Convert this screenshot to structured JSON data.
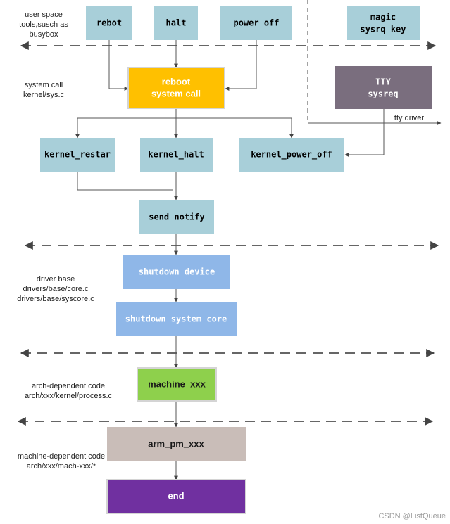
{
  "colors": {
    "light_blue": "#a8cfd9",
    "mid_blue": "#8fb7e8",
    "orange": "#ffc000",
    "grey_purple": "#7a6e7e",
    "green": "#8ed04c",
    "taupe": "#c9bdb8",
    "purple": "#7030a0"
  },
  "boxes": {
    "rebot": "rebot",
    "halt": "halt",
    "power_off": "power off",
    "magic_line1": "magic",
    "magic_line2": "sysrq key",
    "reboot_line1": "reboot",
    "reboot_line2": "system call",
    "tty_line1": "TTY",
    "tty_line2": "sysreq",
    "kernel_restar": "kernel_restar",
    "kernel_halt": "kernel_halt",
    "kernel_power_off": "kernel_power_off",
    "send_notify": "send notify",
    "shutdown_device": "shutdown device",
    "shutdown_system_core": "shutdown system core",
    "machine_xxx": "machine_xxx",
    "arm_pm_xxx": "arm_pm_xxx",
    "end": "end"
  },
  "notes": {
    "user_space": [
      "user space",
      "tools,susch as",
      "busybox"
    ],
    "system_call": [
      "system call",
      "kernel/sys.c"
    ],
    "tty_driver": "tty driver",
    "driver_base": [
      "driver base",
      "drivers/base/core.c",
      "drivers/base/syscore.c"
    ],
    "arch_dependent": [
      "arch-dependent code",
      "arch/xxx/kernel/process.c"
    ],
    "machine_dependent": [
      "machine-dependent code",
      "arch/xxx/mach-xxx/*"
    ]
  },
  "watermark": "CSDN @ListQueue"
}
